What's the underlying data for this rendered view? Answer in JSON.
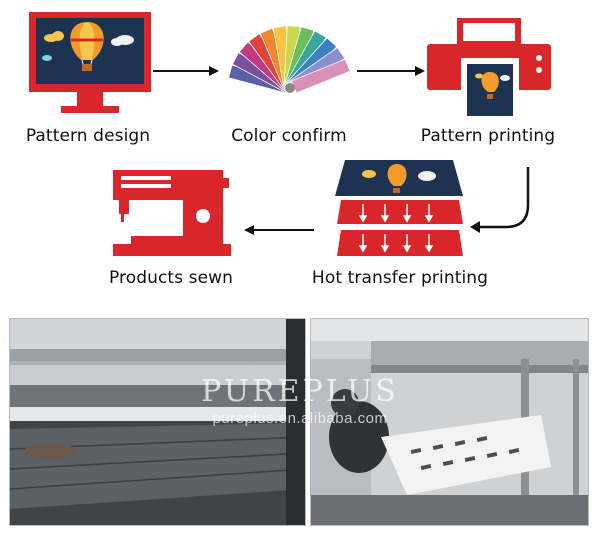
{
  "steps": [
    {
      "label": "Pattern design",
      "icon": "monitor-balloon-icon"
    },
    {
      "label": "Color confirm",
      "icon": "color-fan-icon"
    },
    {
      "label": "Pattern printing",
      "icon": "printer-icon"
    },
    {
      "label": "Hot transfer printing",
      "icon": "heat-press-icon"
    },
    {
      "label": "Products sewn",
      "icon": "sewing-machine-icon"
    }
  ],
  "watermark": {
    "brand": "PUREPLUS",
    "url": "pureplus.en.alibaba.com"
  },
  "colors": {
    "accent": "#d9262b",
    "navy": "#1d3351",
    "arrow": "#111111"
  }
}
